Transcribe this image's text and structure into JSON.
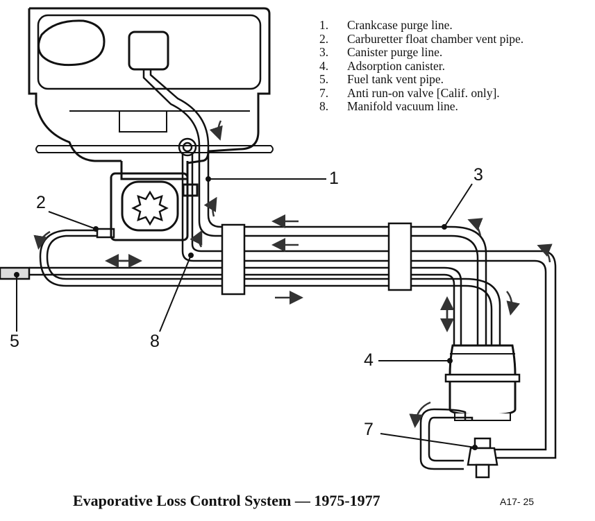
{
  "legend": [
    {
      "num": "1.",
      "text": "Crankcase purge line."
    },
    {
      "num": "2.",
      "text": "Carburetter float chamber vent pipe."
    },
    {
      "num": "3.",
      "text": "Canister purge line."
    },
    {
      "num": "4.",
      "text": "Adsorption canister."
    },
    {
      "num": "5.",
      "text": "Fuel tank vent pipe."
    },
    {
      "num": "7.",
      "text": "Anti run-on valve [Calif. only]."
    },
    {
      "num": "8.",
      "text": "Manifold vacuum line."
    }
  ],
  "callouts": {
    "c1": "1",
    "c2": "2",
    "c3": "3",
    "c4": "4",
    "c5": "5",
    "c7": "7",
    "c8": "8"
  },
  "caption": "Evaporative Loss Control System — 1975-1977",
  "figure_ref": "A17- 25"
}
